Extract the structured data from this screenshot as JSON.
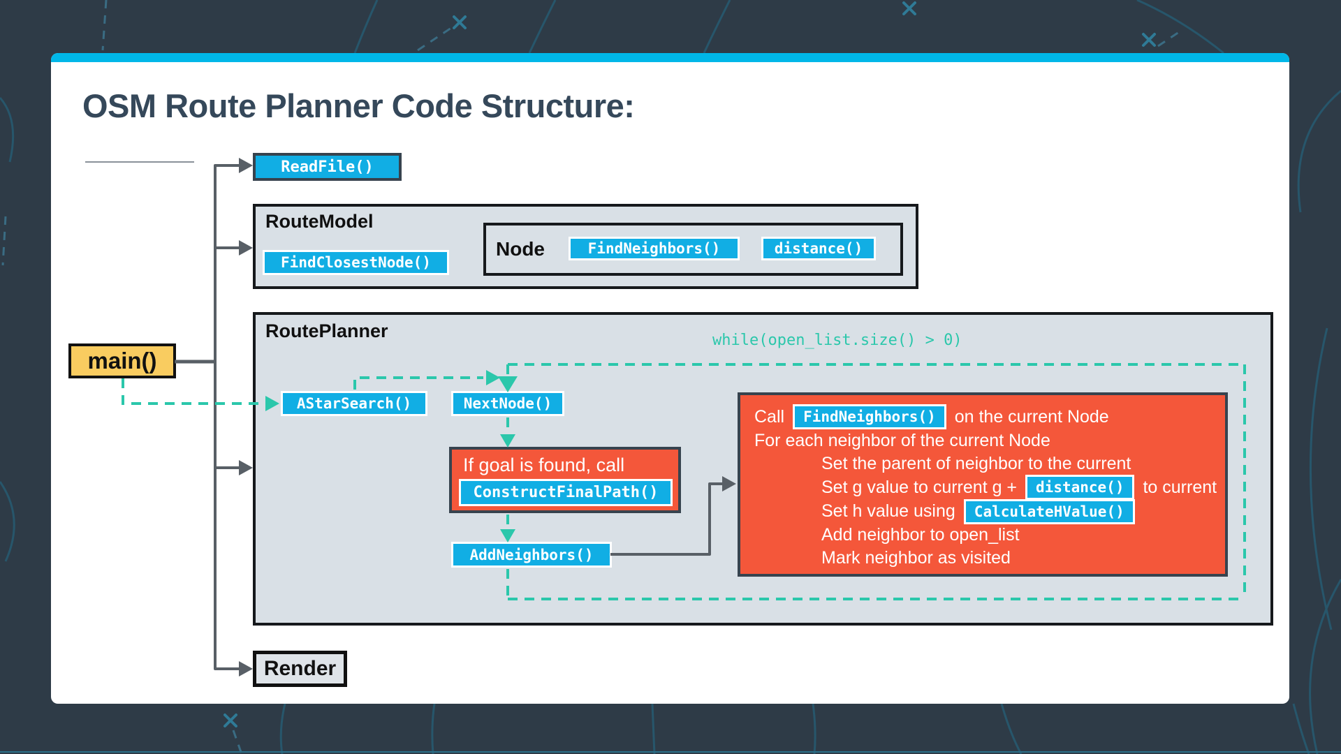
{
  "title": "OSM Route Planner Code Structure:",
  "main_label": "main()",
  "read_file_label": "ReadFile()",
  "route_model": {
    "label": "RouteModel",
    "find_closest_label": "FindClosestNode()",
    "node": {
      "label": "Node",
      "find_neighbors_label": "FindNeighbors()",
      "distance_label": "distance()"
    }
  },
  "route_planner": {
    "label": "RoutePlanner",
    "while_label": "while(open_list.size() > 0)",
    "astar_label": "AStarSearch()",
    "next_node_label": "NextNode()",
    "if_goal": {
      "text": "If goal is found, call",
      "code": "ConstructFinalPath()"
    },
    "add_neighbors_label": "AddNeighbors()",
    "steps": [
      {
        "pre": "Call",
        "code": "FindNeighbors()",
        "post": "on the current Node"
      },
      {
        "pre": "For each neighbor of the current Node",
        "code": "",
        "post": ""
      },
      {
        "pre": "Set the parent of neighbor to the current",
        "code": "",
        "post": ""
      },
      {
        "pre": "Set g value to current g +",
        "code": "distance()",
        "post": "to current"
      },
      {
        "pre": "Set h value using",
        "code": "CalculateHValue()",
        "post": ""
      },
      {
        "pre": "Add neighbor to open_list",
        "code": "",
        "post": ""
      },
      {
        "pre": "Mark neighbor as visited",
        "code": "",
        "post": ""
      }
    ]
  },
  "render_label": "Render",
  "colors": {
    "background": "#2e3b47",
    "topbar_cyan": "#00b7e8",
    "button_cyan": "#11aee4",
    "teal_dashed": "#2bc7ab",
    "orange": "#f4573a",
    "yellow_main": "#f9cc60",
    "panel_gray": "#d9e0e6",
    "arrow_gray": "#585f66",
    "title_slate": "#35485a"
  }
}
